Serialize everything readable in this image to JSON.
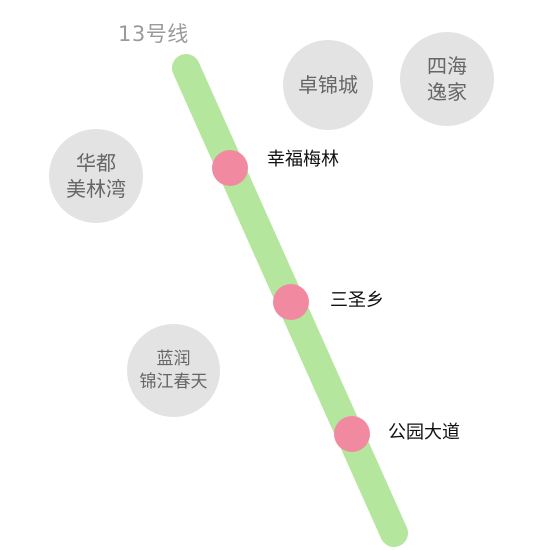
{
  "line": {
    "name": "13号线",
    "color": "#b4e69e",
    "station_color": "#f18aa0"
  },
  "stations": [
    {
      "name": "幸福梅林"
    },
    {
      "name": "三圣乡"
    },
    {
      "name": "公园大道"
    }
  ],
  "landmarks": [
    {
      "lines": [
        "卓锦城"
      ]
    },
    {
      "lines": [
        "四海",
        "逸家"
      ]
    },
    {
      "lines": [
        "华都",
        "美林湾"
      ]
    },
    {
      "lines": [
        "蓝润",
        "锦江春天"
      ]
    }
  ]
}
